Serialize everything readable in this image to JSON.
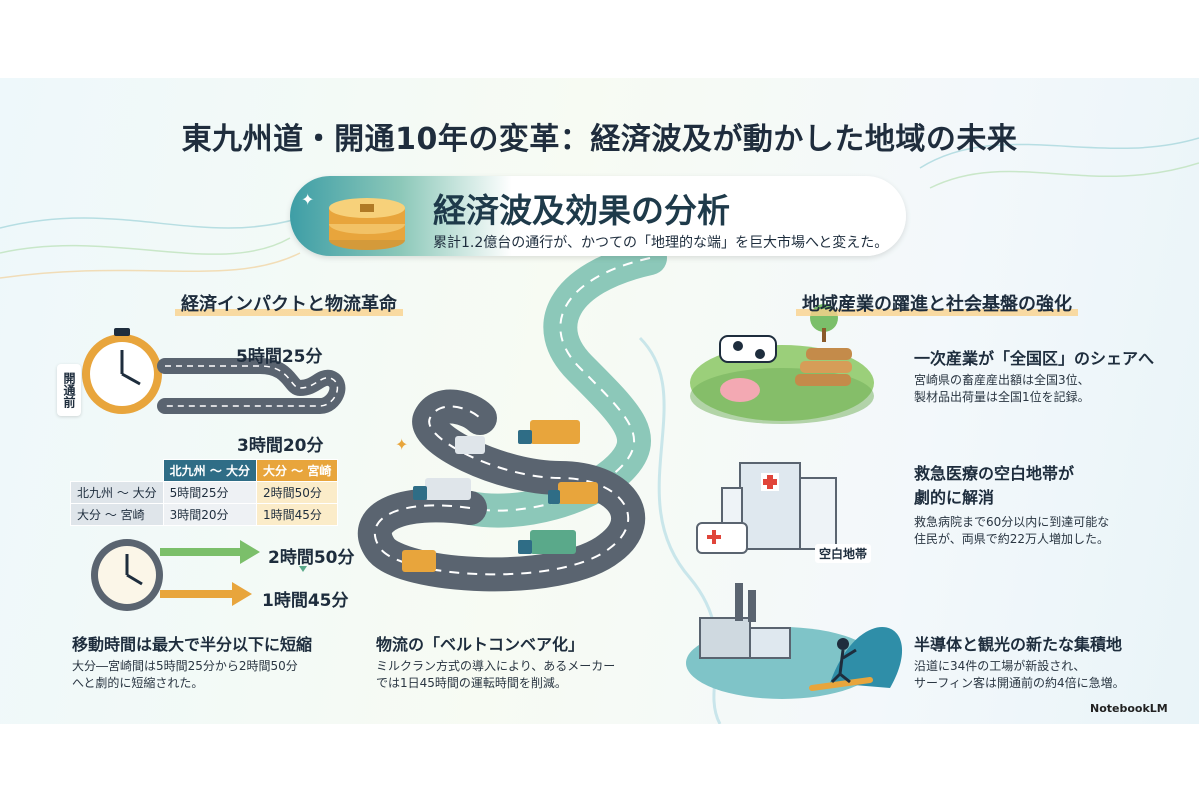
{
  "title": "東九州道・開通10年の変革：経済波及が動かした地域の未来",
  "banner": {
    "heading": "経済波及効果の分析",
    "subtitle": "累計1.2億台の通行が、かつての「地理的な端」を巨大市場へと変えた。"
  },
  "left": {
    "heading": "経済インパクトと物流革命",
    "before_tag": "開通前",
    "time_before_1": "5時間25分",
    "time_after_1": "3時間20分",
    "time_before_2": "2時間50分",
    "time_after_2": "1時間45分",
    "table": {
      "headers": [
        "北九州 ～ 大分",
        "大分 ～ 宮崎"
      ],
      "rows": [
        {
          "route": "北九州 ～ 大分",
          "a": "5時間25分",
          "b": "2時間50分"
        },
        {
          "route": "大分 ～ 宮崎",
          "a": "3時間20分",
          "b": "1時間45分"
        }
      ]
    },
    "movement": {
      "heading": "移動時間は最大で半分以下に短縮",
      "body_1": "大分―宮崎間は5時間25分から2時間50分",
      "body_2": "へと劇的に短縮された。"
    }
  },
  "center": {
    "logistics": {
      "heading": "物流の「ベルトコンベア化」",
      "body_1": "ミルクラン方式の導入により、あるメーカー",
      "body_2": "では1日45時間の運転時間を削減。"
    }
  },
  "right": {
    "heading": "地域産業の躍進と社会基盤の強化",
    "primary": {
      "heading": "一次産業が「全国区」のシェアへ",
      "body_1": "宮崎県の畜産産出額は全国3位、",
      "body_2": "製材品出荷量は全国1位を記録。"
    },
    "medical": {
      "heading_1": "救急医療の空白地帯が",
      "heading_2": "劇的に解消",
      "body_1": "救急病院まで60分以内に到達可能な",
      "body_2": "住民が、両県で約22万人増加した。",
      "gap_label": "空白地帯"
    },
    "industry": {
      "heading": "半導体と観光の新たな集積地",
      "body_1": "沿道に34件の工場が新設され、",
      "body_2": "サーフィン客は開通前の約4倍に急増。"
    }
  },
  "brand": "NotebookLM",
  "colors": {
    "navy": "#2f6d86",
    "orange": "#e8a53c",
    "teal": "#3e9ea6",
    "green": "#7bbf6a",
    "road": "#5a6470"
  }
}
